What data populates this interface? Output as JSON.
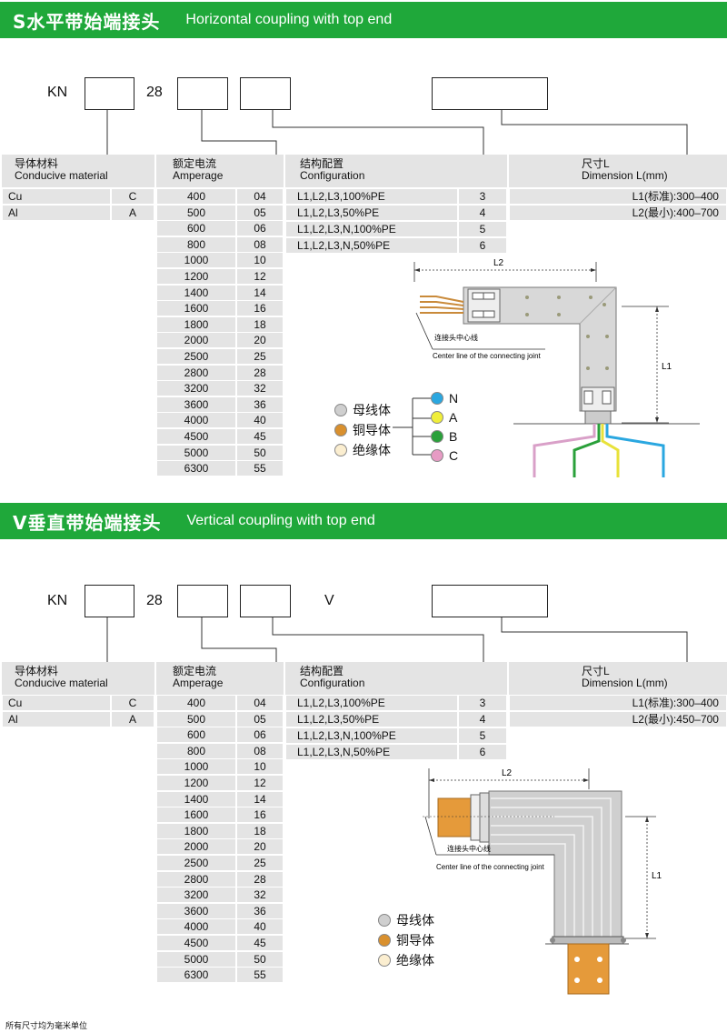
{
  "sections": [
    {
      "title_cn": "S水平带始端接头",
      "title_en": "Horizontal coupling with top end",
      "code_prefix": "KN",
      "code_mid": "28",
      "code_v": "",
      "headers": {
        "material_cn": "导体材料",
        "material_en": "Conducive material",
        "amperage_cn": "额定电流",
        "amperage_en": "Amperage",
        "config_cn": "结构配置",
        "config_en": "Configuration",
        "dimension_cn": "尺寸L",
        "dimension_en": "Dimension L(mm)"
      },
      "materials": [
        {
          "name": "Cu",
          "code": "C"
        },
        {
          "name": "Al",
          "code": "A"
        }
      ],
      "amperage": [
        {
          "value": "400",
          "code": "04"
        },
        {
          "value": "500",
          "code": "05"
        },
        {
          "value": "600",
          "code": "06"
        },
        {
          "value": "800",
          "code": "08"
        },
        {
          "value": "1000",
          "code": "10"
        },
        {
          "value": "1200",
          "code": "12"
        },
        {
          "value": "1400",
          "code": "14"
        },
        {
          "value": "1600",
          "code": "16"
        },
        {
          "value": "1800",
          "code": "18"
        },
        {
          "value": "2000",
          "code": "20"
        },
        {
          "value": "2500",
          "code": "25"
        },
        {
          "value": "2800",
          "code": "28"
        },
        {
          "value": "3200",
          "code": "32"
        },
        {
          "value": "3600",
          "code": "36"
        },
        {
          "value": "4000",
          "code": "40"
        },
        {
          "value": "4500",
          "code": "45"
        },
        {
          "value": "5000",
          "code": "50"
        },
        {
          "value": "6300",
          "code": "55"
        }
      ],
      "configurations": [
        {
          "name": "L1,L2,L3,100%PE",
          "code": "3"
        },
        {
          "name": "L1,L2,L3,50%PE",
          "code": "4"
        },
        {
          "name": "L1,L2,L3,N,100%PE",
          "code": "5"
        },
        {
          "name": "L1,L2,L3,N,50%PE",
          "code": "6"
        }
      ],
      "dimensions": [
        "L1(标准):300–400",
        "L2(最小):400–700"
      ],
      "diagram": {
        "l2_label": "L2",
        "l1_label": "L1",
        "center_cn": "连接头中心线",
        "center_en": "Center line of the connecting joint",
        "legend": [
          {
            "label": "母线体",
            "color": "#cfcfcf"
          },
          {
            "label": "铜导体",
            "color": "#d9902e"
          },
          {
            "label": "绝缘体",
            "color": "#fbeed0"
          }
        ],
        "phases": [
          {
            "label": "N",
            "color": "#2aa7e0"
          },
          {
            "label": "A",
            "color": "#f0ee3a"
          },
          {
            "label": "B",
            "color": "#2aa03a"
          },
          {
            "label": "C",
            "color": "#e79bc4"
          }
        ]
      }
    },
    {
      "title_cn": "V垂直带始端接头",
      "title_en": "Vertical coupling with top end",
      "code_prefix": "KN",
      "code_mid": "28",
      "code_v": "V",
      "headers": {
        "material_cn": "导体材料",
        "material_en": "Conducive material",
        "amperage_cn": "额定电流",
        "amperage_en": "Amperage",
        "config_cn": "结构配置",
        "config_en": "Configuration",
        "dimension_cn": "尺寸L",
        "dimension_en": "Dimension L(mm)"
      },
      "materials": [
        {
          "name": "Cu",
          "code": "C"
        },
        {
          "name": "Al",
          "code": "A"
        }
      ],
      "amperage": [
        {
          "value": "400",
          "code": "04"
        },
        {
          "value": "500",
          "code": "05"
        },
        {
          "value": "600",
          "code": "06"
        },
        {
          "value": "800",
          "code": "08"
        },
        {
          "value": "1000",
          "code": "10"
        },
        {
          "value": "1200",
          "code": "12"
        },
        {
          "value": "1400",
          "code": "14"
        },
        {
          "value": "1600",
          "code": "16"
        },
        {
          "value": "1800",
          "code": "18"
        },
        {
          "value": "2000",
          "code": "20"
        },
        {
          "value": "2500",
          "code": "25"
        },
        {
          "value": "2800",
          "code": "28"
        },
        {
          "value": "3200",
          "code": "32"
        },
        {
          "value": "3600",
          "code": "36"
        },
        {
          "value": "4000",
          "code": "40"
        },
        {
          "value": "4500",
          "code": "45"
        },
        {
          "value": "5000",
          "code": "50"
        },
        {
          "value": "6300",
          "code": "55"
        }
      ],
      "configurations": [
        {
          "name": "L1,L2,L3,100%PE",
          "code": "3"
        },
        {
          "name": "L1,L2,L3,50%PE",
          "code": "4"
        },
        {
          "name": "L1,L2,L3,N,100%PE",
          "code": "5"
        },
        {
          "name": "L1,L2,L3,N,50%PE",
          "code": "6"
        }
      ],
      "dimensions": [
        "L1(标准):300–400",
        "L2(最小):450–700"
      ],
      "diagram": {
        "l2_label": "L2",
        "l1_label": "L1",
        "center_cn": "连接头中心线",
        "center_en": "Center line of the connecting joint",
        "legend": [
          {
            "label": "母线体",
            "color": "#cfcfcf"
          },
          {
            "label": "铜导体",
            "color": "#d9902e"
          },
          {
            "label": "绝缘体",
            "color": "#fbeed0"
          }
        ]
      }
    }
  ],
  "footnote": "所有尺寸均为毫米单位"
}
